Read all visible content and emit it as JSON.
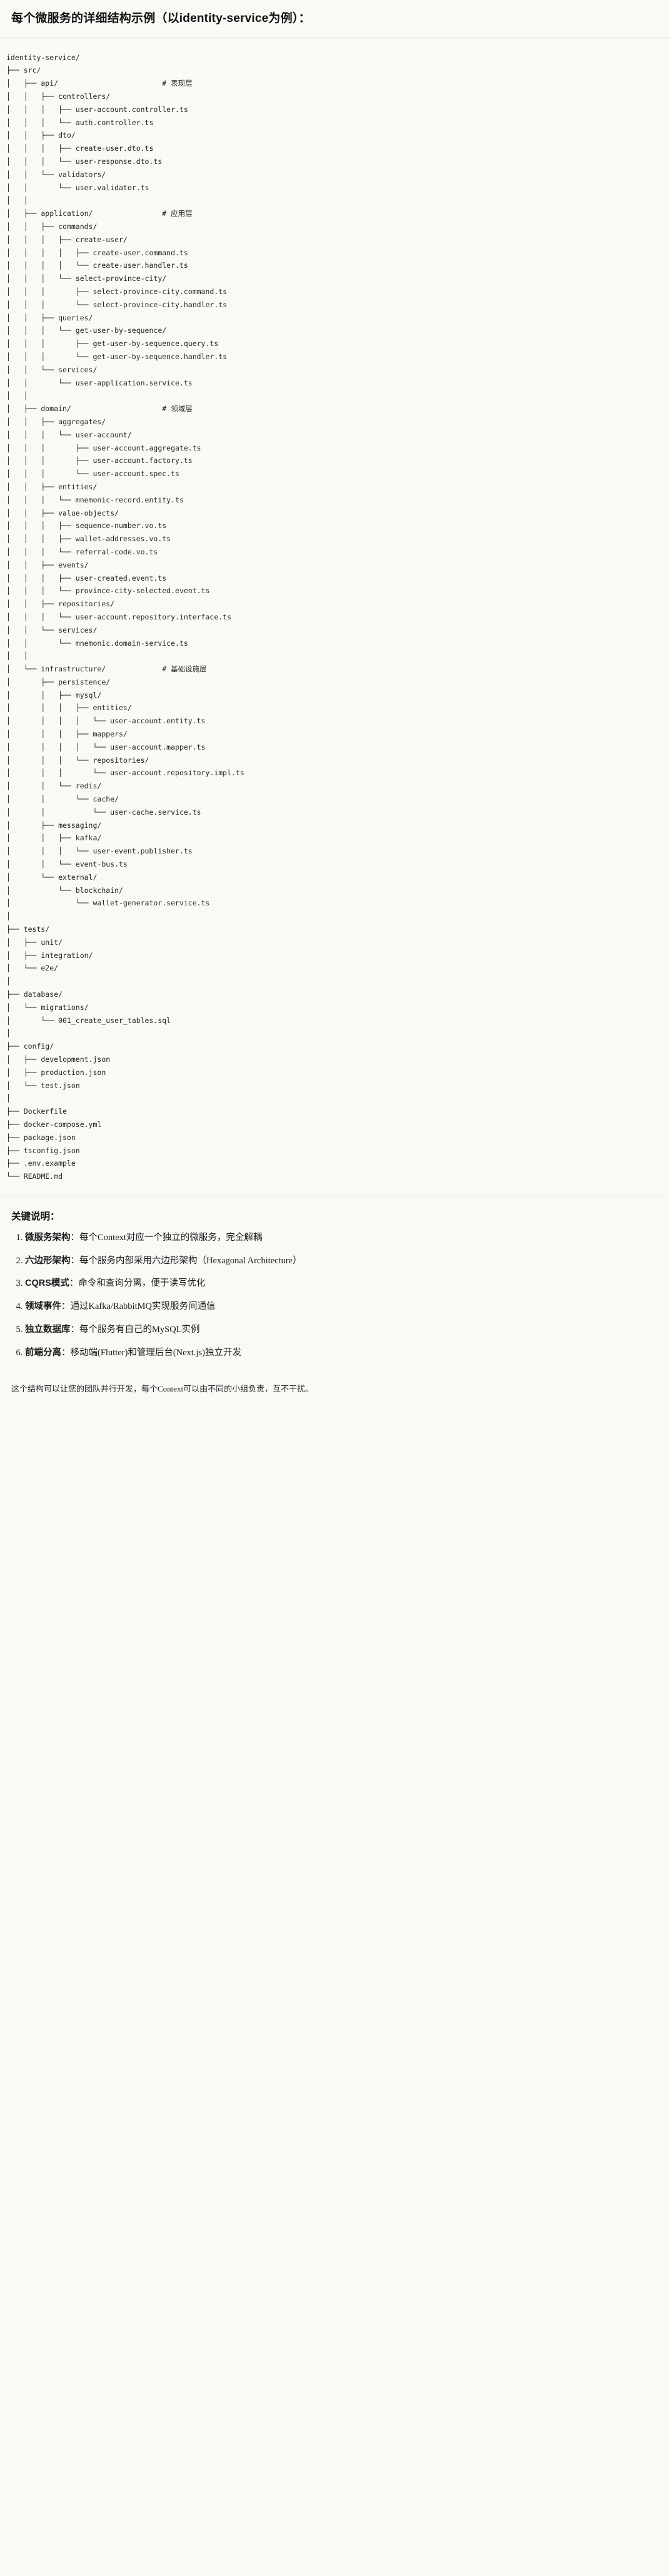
{
  "heading": {
    "text": "每个微服务的详细结构示例（以identity-service为例）："
  },
  "tree": {
    "root": "identity-service/",
    "text": "identity-service/\n├── src/\n│   ├── api/                        # 表现层\n│   │   ├── controllers/\n│   │   │   ├── user-account.controller.ts\n│   │   │   └── auth.controller.ts\n│   │   ├── dto/\n│   │   │   ├── create-user.dto.ts\n│   │   │   └── user-response.dto.ts\n│   │   └── validators/\n│   │       └── user.validator.ts\n│   │\n│   ├── application/                # 应用层\n│   │   ├── commands/\n│   │   │   ├── create-user/\n│   │   │   │   ├── create-user.command.ts\n│   │   │   │   └── create-user.handler.ts\n│   │   │   └── select-province-city/\n│   │   │       ├── select-province-city.command.ts\n│   │   │       └── select-province-city.handler.ts\n│   │   ├── queries/\n│   │   │   └── get-user-by-sequence/\n│   │   │       ├── get-user-by-sequence.query.ts\n│   │   │       └── get-user-by-sequence.handler.ts\n│   │   └── services/\n│   │       └── user-application.service.ts\n│   │\n│   ├── domain/                     # 领域层\n│   │   ├── aggregates/\n│   │   │   └── user-account/\n│   │   │       ├── user-account.aggregate.ts\n│   │   │       ├── user-account.factory.ts\n│   │   │       └── user-account.spec.ts\n│   │   ├── entities/\n│   │   │   └── mnemonic-record.entity.ts\n│   │   ├── value-objects/\n│   │   │   ├── sequence-number.vo.ts\n│   │   │   ├── wallet-addresses.vo.ts\n│   │   │   └── referral-code.vo.ts\n│   │   ├── events/\n│   │   │   ├── user-created.event.ts\n│   │   │   └── province-city-selected.event.ts\n│   │   ├── repositories/\n│   │   │   └── user-account.repository.interface.ts\n│   │   └── services/\n│   │       └── mnemonic.domain-service.ts\n│   │\n│   └── infrastructure/             # 基础设施层\n│       ├── persistence/\n│       │   ├── mysql/\n│       │   │   ├── entities/\n│       │   │   │   └── user-account.entity.ts\n│       │   │   ├── mappers/\n│       │   │   │   └── user-account.mapper.ts\n│       │   │   └── repositories/\n│       │   │       └── user-account.repository.impl.ts\n│       │   └── redis/\n│       │       └── cache/\n│       │           └── user-cache.service.ts\n│       ├── messaging/\n│       │   ├── kafka/\n│       │   │   └── user-event.publisher.ts\n│       │   └── event-bus.ts\n│       └── external/\n│           └── blockchain/\n│               └── wallet-generator.service.ts\n│\n├── tests/\n│   ├── unit/\n│   ├── integration/\n│   └── e2e/\n│\n├── database/\n│   └── migrations/\n│       └── 001_create_user_tables.sql\n│\n├── config/\n│   ├── development.json\n│   ├── production.json\n│   └── test.json\n│\n├── Dockerfile\n├── docker-compose.yml\n├── package.json\n├── tsconfig.json\n├── .env.example\n└── README.md",
    "layer_comments": [
      "# 表现层",
      "# 应用层",
      "# 领域层",
      "# 基础设施层"
    ]
  },
  "notes": {
    "title": "关键说明：",
    "items": [
      {
        "term": "微服务架构",
        "desc": "：每个Context对应一个独立的微服务，完全解耦"
      },
      {
        "term": "六边形架构",
        "desc": "：每个服务内部采用六边形架构（Hexagonal Architecture）"
      },
      {
        "term": "CQRS模式",
        "desc": "：命令和查询分离，便于读写优化"
      },
      {
        "term": "领域事件",
        "desc": "：通过Kafka/RabbitMQ实现服务间通信"
      },
      {
        "term": "独立数据库",
        "desc": "：每个服务有自己的MySQL实例"
      },
      {
        "term": "前端分离",
        "desc": "：移动端(Flutter)和管理后台(Next.js)独立开发"
      }
    ],
    "closing": "这个结构可以让您的团队并行开发，每个Context可以由不同的小组负责，互不干扰。"
  }
}
